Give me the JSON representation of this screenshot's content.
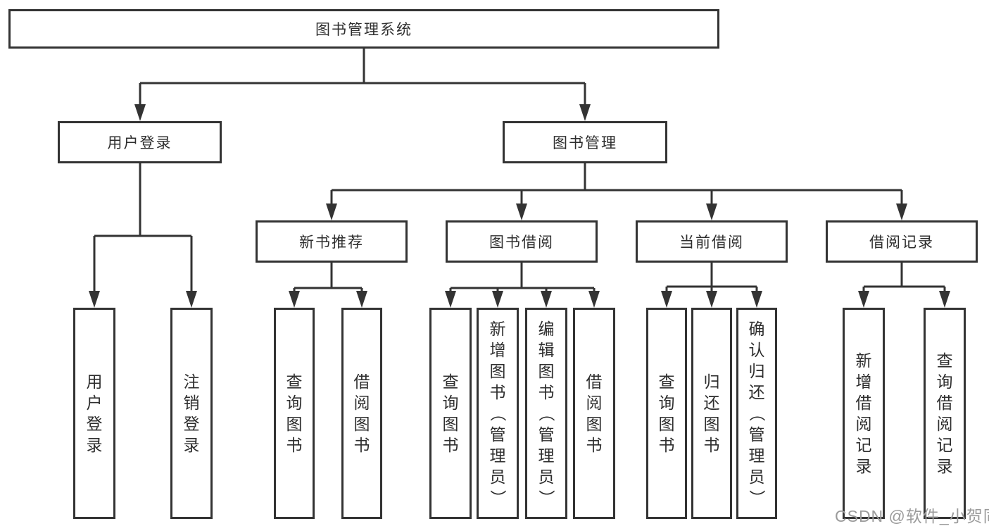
{
  "diagram": {
    "root": {
      "label": "图书管理系统"
    },
    "level2": {
      "user_login": {
        "label": "用户登录"
      },
      "book_management": {
        "label": "图书管理"
      }
    },
    "level3": {
      "new_book_recommend": {
        "label": "新书推荐"
      },
      "book_borrowing": {
        "label": "图书借阅"
      },
      "current_borrowing": {
        "label": "当前借阅"
      },
      "borrowing_records": {
        "label": "借阅记录"
      }
    },
    "leaves": {
      "user_login": [
        "用户登录",
        "注销登录"
      ],
      "new_book_recommend": [
        "查询图书",
        "借阅图书"
      ],
      "book_borrowing": [
        "查询图书",
        "新增图书（管理员）",
        "编辑图书（管理员）",
        "借阅图书"
      ],
      "current_borrowing": [
        "查询图书",
        "归还图书",
        "确认归还（管理员）"
      ],
      "borrowing_records": [
        "新增借阅记录",
        "查询借阅记录"
      ]
    }
  },
  "watermark": {
    "text": "CSDN @软件_小贺同学",
    "color": "#9b9b9b"
  },
  "colors": {
    "line": "#333333",
    "box_border": "#333333",
    "text": "#2e2e2e",
    "background": "#ffffff"
  }
}
